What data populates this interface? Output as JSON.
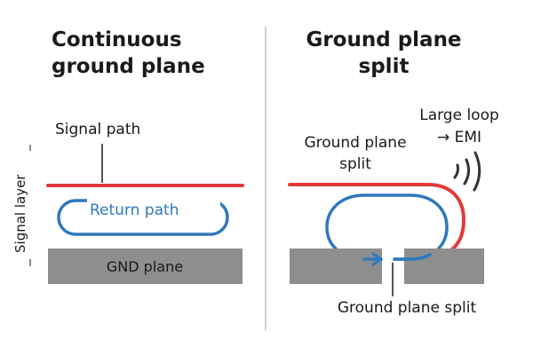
{
  "left_panel": {
    "title_line1": "Continuous",
    "title_line2": "ground plane",
    "signal_path_label": "Signal path",
    "return_path_label": "Return path",
    "gnd_plane_label": "GND plane",
    "side_label": "Signal layer"
  },
  "right_panel": {
    "title_line1": "Ground plane",
    "title_line2": "split",
    "split_label_line1": "Ground plane",
    "split_label_line2": "split",
    "emi_line1": "Large loop",
    "emi_line2": "→ EMI",
    "bottom_label": "Ground plane split"
  },
  "colors": {
    "signal": "#e03b3b",
    "return": "#2f78bd",
    "ground": "#8e8e8e",
    "divider": "#d0d0d0",
    "text": "#1a1a1a"
  }
}
